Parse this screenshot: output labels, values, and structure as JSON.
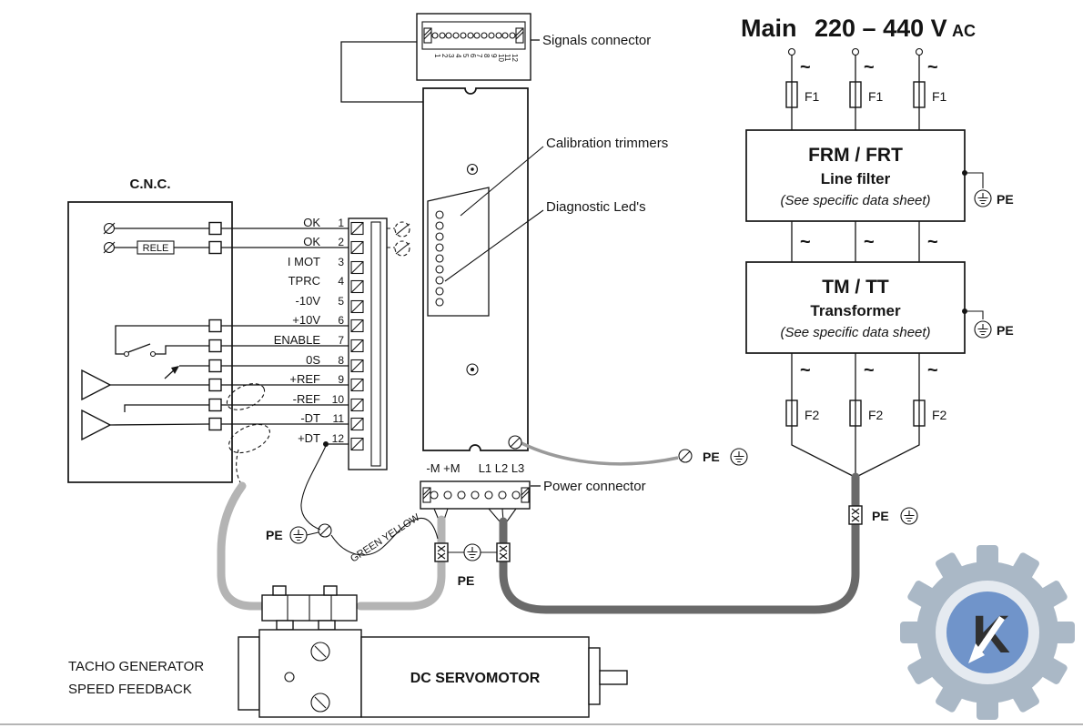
{
  "colors": {
    "cable_light": "#b4b4b4",
    "cable_dark": "#6a6a6a",
    "pe_wire": "#9a9a9a",
    "watermark_gray": "#9fafbf",
    "watermark_ring": "#e2e8ef",
    "watermark_blue": "#5d86c3"
  },
  "mains": {
    "word": "Main",
    "range": "220 – 440 V",
    "vac": "AC",
    "tilde": "~",
    "fuse1": "F1",
    "fuse2": "F2",
    "line_filter": {
      "title": "FRM / FRT",
      "subtitle": "Line filter",
      "note": "(See specific data sheet)"
    },
    "transformer": {
      "title": "TM / TT",
      "subtitle": "Transformer",
      "note": "(See specific data sheet)"
    }
  },
  "labels": {
    "signals_connector": "Signals connector",
    "calibration": "Calibration trimmers",
    "diagnostic": "Diagnostic Led's",
    "power_connector": "Power connector",
    "pe": "PE",
    "green_yellow": "GREEN YELLOW",
    "terminals_m": "-M +M",
    "terminals_l": "L1 L2 L3"
  },
  "cnc": {
    "title": "C.N.C.",
    "rele": "RELE"
  },
  "signals": [
    {
      "label": "OK",
      "pin": "1"
    },
    {
      "label": "OK",
      "pin": "2"
    },
    {
      "label": "I MOT",
      "pin": "3"
    },
    {
      "label": "TPRC",
      "pin": "4"
    },
    {
      "label": "-10V",
      "pin": "5"
    },
    {
      "label": "+10V",
      "pin": "6"
    },
    {
      "label": "ENABLE",
      "pin": "7"
    },
    {
      "label": "0S",
      "pin": "8"
    },
    {
      "label": "+REF",
      "pin": "9"
    },
    {
      "label": "-REF",
      "pin": "10"
    },
    {
      "label": "-DT",
      "pin": "11"
    },
    {
      "label": "+DT",
      "pin": "12"
    }
  ],
  "connector_pins": [
    "1",
    "2",
    "3",
    "4",
    "5",
    "6",
    "7",
    "8",
    "9",
    "10",
    "11",
    "12"
  ],
  "motor": {
    "name": "DC SERVOMOTOR",
    "tacho_line1": "TACHO GENERATOR",
    "tacho_line2": "SPEED FEEDBACK"
  },
  "watermark": {
    "letter": "K"
  }
}
